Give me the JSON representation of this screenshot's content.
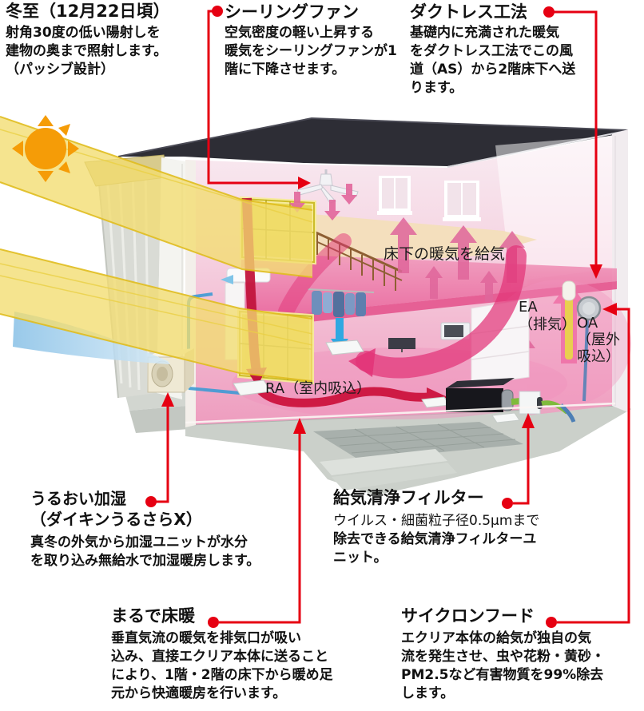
{
  "colors": {
    "accent": "#E60012",
    "roof": "#2D2D35",
    "sun": "#F59C07",
    "sunbeam": "#F2DC6F",
    "pink_face_top": "#F8ECF2",
    "pink_face_deep": "#EE9DBF",
    "magenta_flow": "#E23377",
    "dark_red_flow": "#C2143C",
    "warm_floor_cream": "#F3DFBA"
  },
  "callouts": {
    "winter": {
      "title": "冬至（12月22日頃）",
      "body": "射角30度の低い陽射しを\n建物の奥まで照射します。\n（パッシブ設計）"
    },
    "ceiling_fan": {
      "title": "シーリングファン",
      "body": "空気密度の軽い上昇する\n暖気をシーリングファンが1\n階に下降させます。"
    },
    "ductless": {
      "title": "ダクトレス工法",
      "body": "基礎内に充満された暖気\nをダクトレス工法でこの風\n道（AS）から2階床下へ送\nります。"
    },
    "humidify": {
      "title_line1": "うるおい加湿",
      "title_line2": "（ダイキンうるさらX）",
      "body": "真冬の外気から加湿ユニットが水分\nを取り込み無給水で加湿暖房します。"
    },
    "filter": {
      "title": "給気清浄フィルター",
      "body_line1": "ウイルス・細菌粒子径0.5μmまで",
      "body_rest": "除去できる給気清浄フィルターユ\nニット。"
    },
    "floor_heating": {
      "title": "まるで床暖",
      "body": "垂直気流の暖気を排気口が吸い\n込み、直接エクリア本体に送ること\nにより、1階・2階の床下から暖め足\n元から快適暖房を行います。"
    },
    "cyclone": {
      "title": "サイクロンフード",
      "body": "エクリア本体の給気が独自の気\n流を発生させ、虫や花粉・黄砂・\nPM2.5など有害物質を99%除去\nします。"
    }
  },
  "diagram_labels": {
    "underfloor_supply": "床下の暖気を給気",
    "ea": "EA\n（排気）",
    "oa": "OA\n（屋外\n吸込）",
    "ra": "RA（室内吸込）"
  }
}
